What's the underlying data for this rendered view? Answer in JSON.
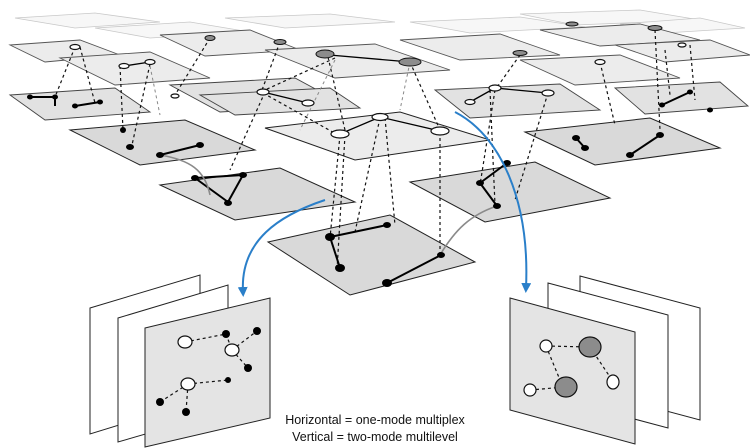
{
  "caption": {
    "line1": "Horizontal = one-mode multiplex",
    "line2": "Vertical = two-mode multilevel"
  },
  "colors": {
    "plane_dark": "#d9d9d9",
    "plane_mid": "#e8e8e8",
    "plane_light": "#f4f4f4",
    "node_dark": "#000000",
    "node_grey": "#8c8c8c",
    "arrow": "#2a7fc9",
    "outline": "#222222"
  },
  "legend": {
    "horizontal_meaning": "one-mode multiplex",
    "vertical_meaning": "two-mode multilevel"
  }
}
